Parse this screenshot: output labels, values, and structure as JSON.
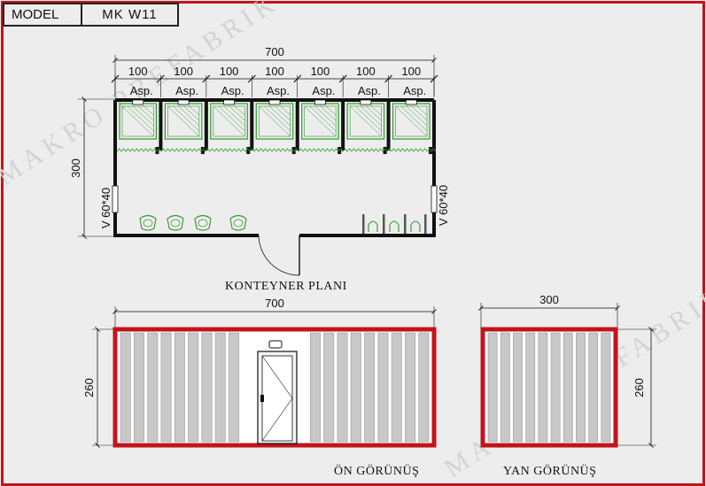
{
  "model": {
    "label": "MODEL",
    "value": "MK W11"
  },
  "watermark": "MAKRO PREFABRIK",
  "plan": {
    "title": "KONTEYNER PLANI",
    "total_width": "700",
    "module_widths": [
      "100",
      "100",
      "100",
      "100",
      "100",
      "100",
      "100"
    ],
    "shower_labels": [
      "Asp.",
      "Asp.",
      "Asp.",
      "Asp.",
      "Asp.",
      "Asp.",
      "Asp."
    ],
    "depth": "300",
    "left_window": "V 60*40",
    "right_window": "V 60*40"
  },
  "front_view": {
    "title": "ÖN GÖRÜNÜŞ",
    "width": "700",
    "height": "260"
  },
  "side_view": {
    "title": "YAN GÖRÜNÜŞ",
    "width": "300",
    "height": "260"
  },
  "colors": {
    "frame": "#c4131b",
    "wall": "#111111",
    "fixture": "#2e9a2e",
    "panel_fill": "#c8c8c8",
    "background": "#ededed"
  }
}
